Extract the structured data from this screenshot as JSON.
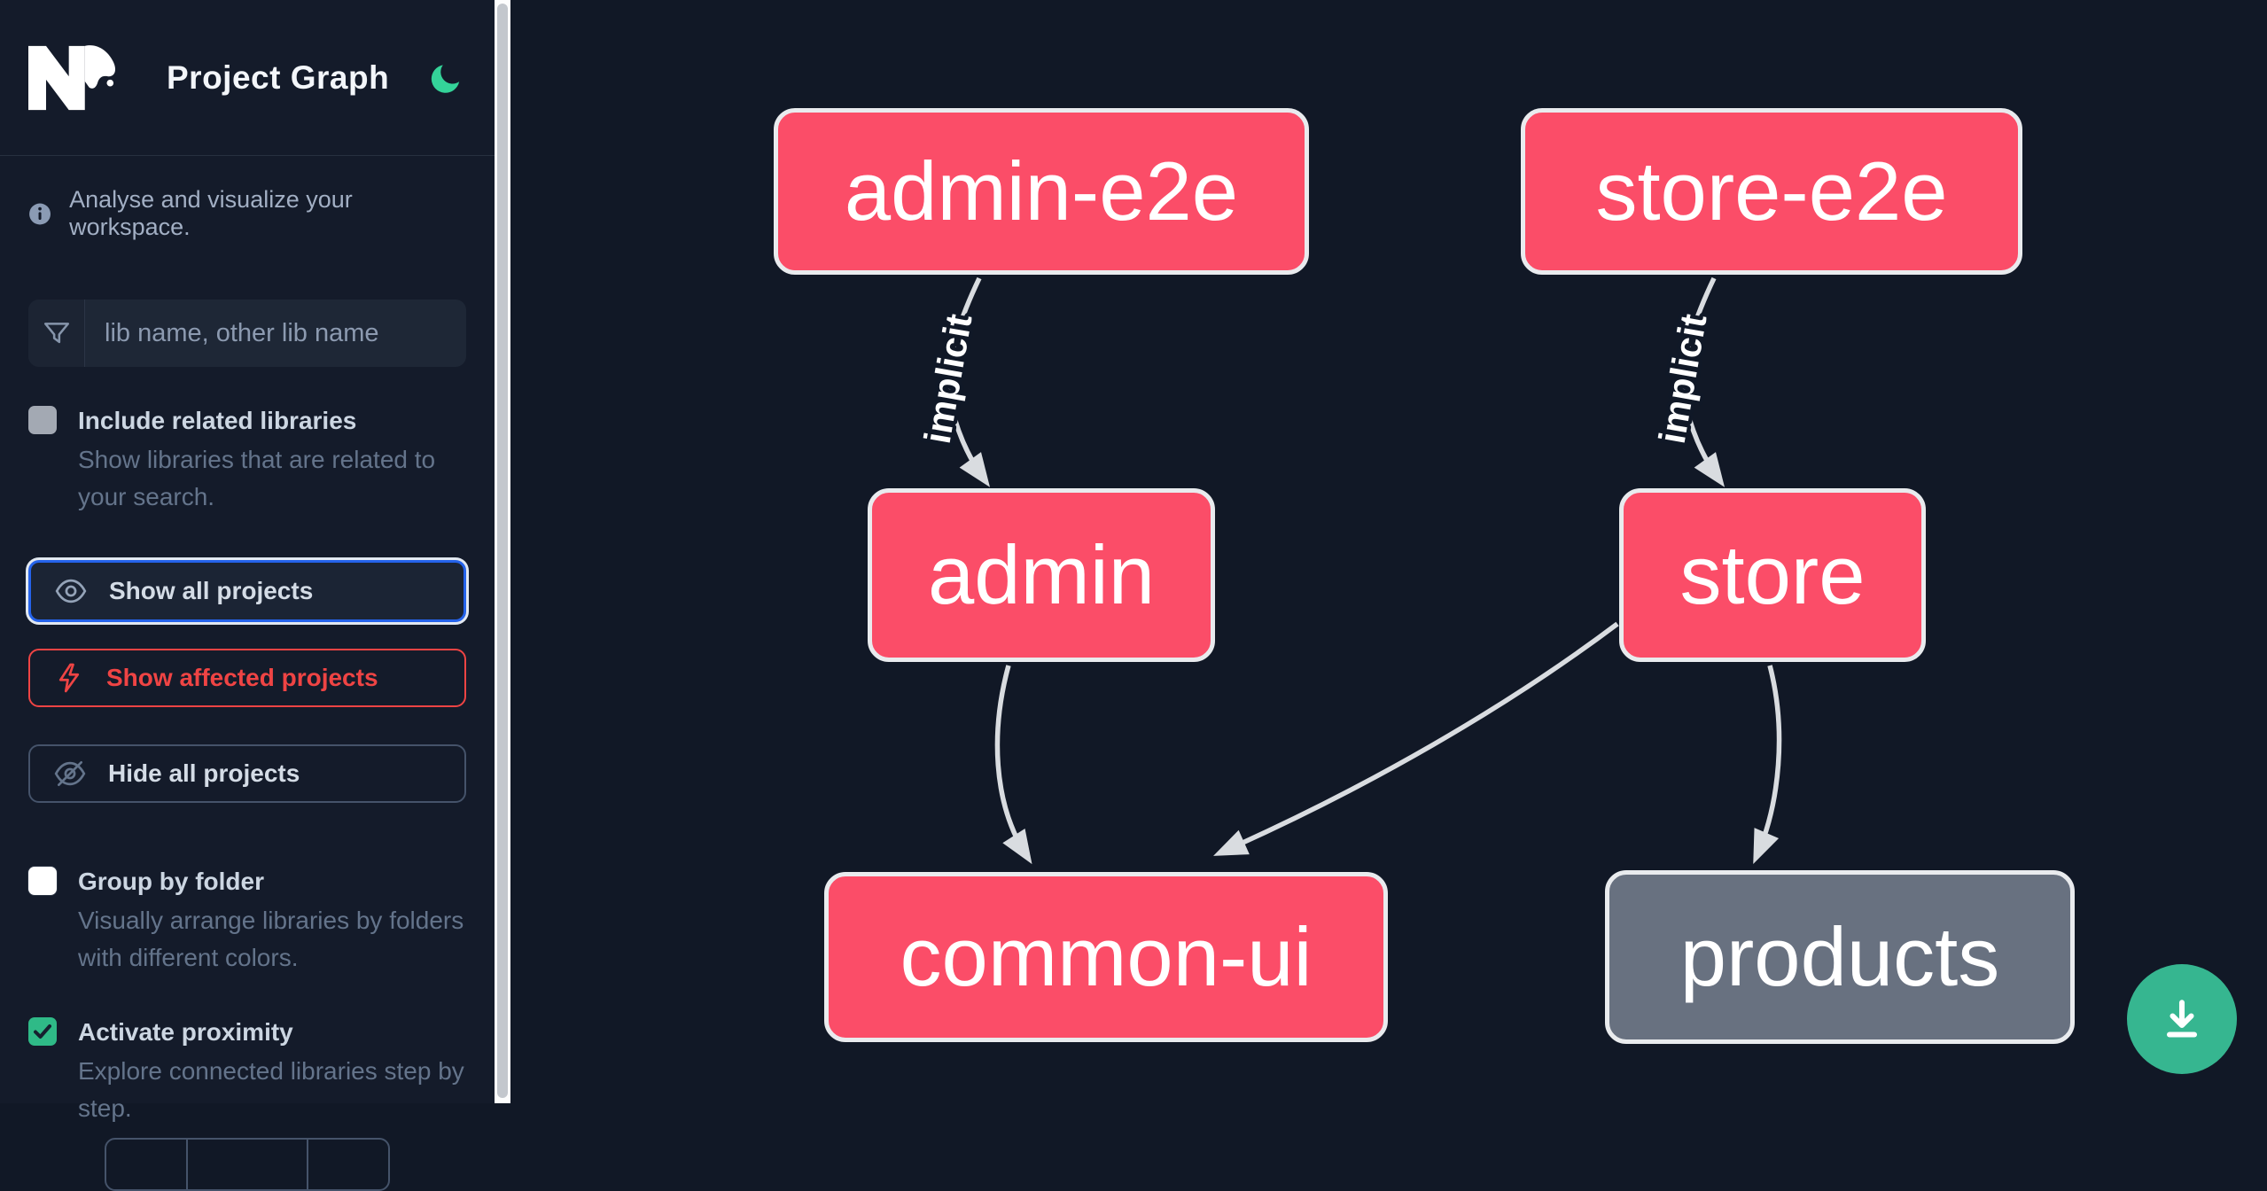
{
  "header": {
    "title": "Project Graph",
    "logo_icon": "nx-logo",
    "theme_icon": "moon-icon",
    "theme_color": "#34d399"
  },
  "sidebar": {
    "tagline": "Analyse and visualize your workspace.",
    "search": {
      "placeholder": "lib name, other lib name",
      "value": "",
      "icon": "filter-icon"
    },
    "options": [
      {
        "label": "Include related libraries",
        "description": "Show libraries that are related to your search.",
        "checked": false
      },
      {
        "label": "Group by folder",
        "description": "Visually arrange libraries by folders with different colors.",
        "checked": false
      },
      {
        "label": "Activate proximity",
        "description": "Explore connected libraries step by step.",
        "checked": true
      }
    ],
    "actions": [
      {
        "label": "Show all projects",
        "icon": "eye-icon",
        "state": "focused"
      },
      {
        "label": "Show affected projects",
        "icon": "bolt-icon",
        "state": "affected"
      },
      {
        "label": "Hide all projects",
        "icon": "eye-slash-icon",
        "state": "default"
      }
    ]
  },
  "graph": {
    "nodes": [
      {
        "id": "admin-e2e",
        "label": "admin-e2e",
        "style": "highlighted"
      },
      {
        "id": "store-e2e",
        "label": "store-e2e",
        "style": "highlighted"
      },
      {
        "id": "admin",
        "label": "admin",
        "style": "highlighted"
      },
      {
        "id": "store",
        "label": "store",
        "style": "highlighted"
      },
      {
        "id": "common-ui",
        "label": "common-ui",
        "style": "highlighted"
      },
      {
        "id": "products",
        "label": "products",
        "style": "muted"
      }
    ],
    "edges": [
      {
        "from": "admin-e2e",
        "to": "admin",
        "label": "implicit"
      },
      {
        "from": "store-e2e",
        "to": "store",
        "label": "implicit"
      },
      {
        "from": "admin",
        "to": "common-ui",
        "label": ""
      },
      {
        "from": "store",
        "to": "common-ui",
        "label": ""
      },
      {
        "from": "store",
        "to": "products",
        "label": ""
      }
    ]
  },
  "fab": {
    "icon": "download-icon",
    "color": "#36b690"
  },
  "colors": {
    "node_highlighted": "#fb4d68",
    "node_muted": "#687180",
    "node_border": "#e9ebee",
    "edge": "#d9dce0",
    "accent_blue": "#2563eb",
    "affected_red": "#ef4444",
    "check_green": "#2fba87",
    "background": "#111826"
  }
}
